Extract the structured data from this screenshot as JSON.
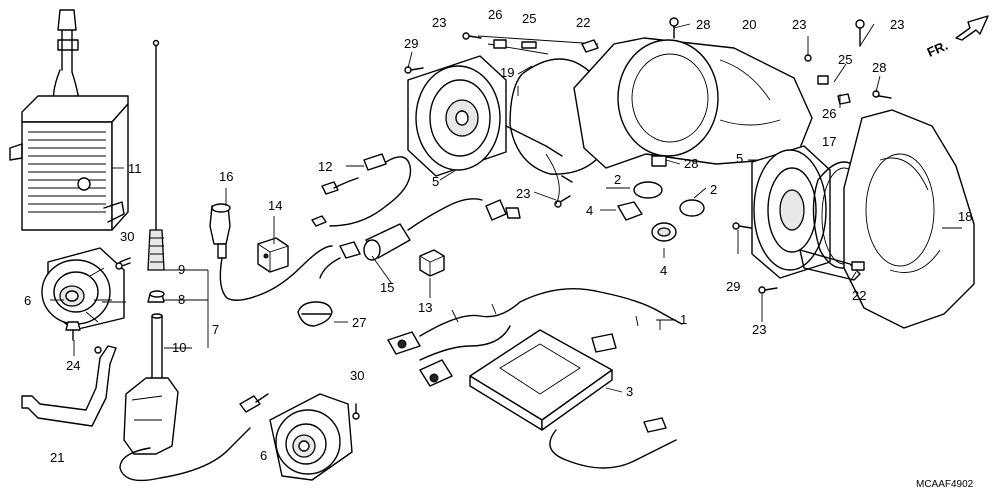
{
  "diagram": {
    "drawing_code": "MCAAF4902",
    "direction_label": "FR.",
    "callouts": {
      "c1": "1",
      "c2a": "2",
      "c2b": "2",
      "c3": "3",
      "c4a": "4",
      "c4b": "4",
      "c5a": "5",
      "c5b": "5",
      "c6a": "6",
      "c6b": "6",
      "c7": "7",
      "c8": "8",
      "c9": "9",
      "c10": "10",
      "c11": "11",
      "c12": "12",
      "c13": "13",
      "c14": "14",
      "c15": "15",
      "c16": "16",
      "c17": "17",
      "c18": "18",
      "c19": "19",
      "c20": "20",
      "c21": "21",
      "c22a": "22",
      "c22b": "22",
      "c23a": "23",
      "c23b": "23",
      "c23c": "23",
      "c23d": "23",
      "c23e": "23",
      "c24": "24",
      "c25a": "25",
      "c25b": "25",
      "c26a": "26",
      "c26b": "26",
      "c27": "27",
      "c28a": "28",
      "c28b": "28",
      "c28c": "28",
      "c29a": "29",
      "c29b": "29",
      "c30a": "30",
      "c30b": "30"
    }
  }
}
